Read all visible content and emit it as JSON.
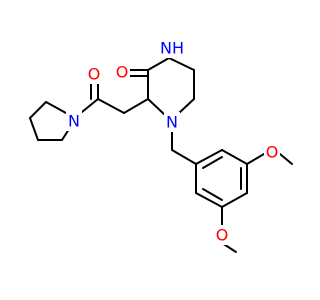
{
  "structure": {
    "colors": {
      "bond": "#000000",
      "nitrogen": "#0000ff",
      "oxygen": "#ff0000",
      "background": "#ffffff"
    },
    "atom_labels": {
      "nh": "NH",
      "n_ring": "N",
      "n_pyrrolidine": "N",
      "o_amide_ring": "O",
      "o_amide_chain": "O",
      "o_methoxy_4": "O",
      "o_methoxy_3": "O"
    }
  }
}
